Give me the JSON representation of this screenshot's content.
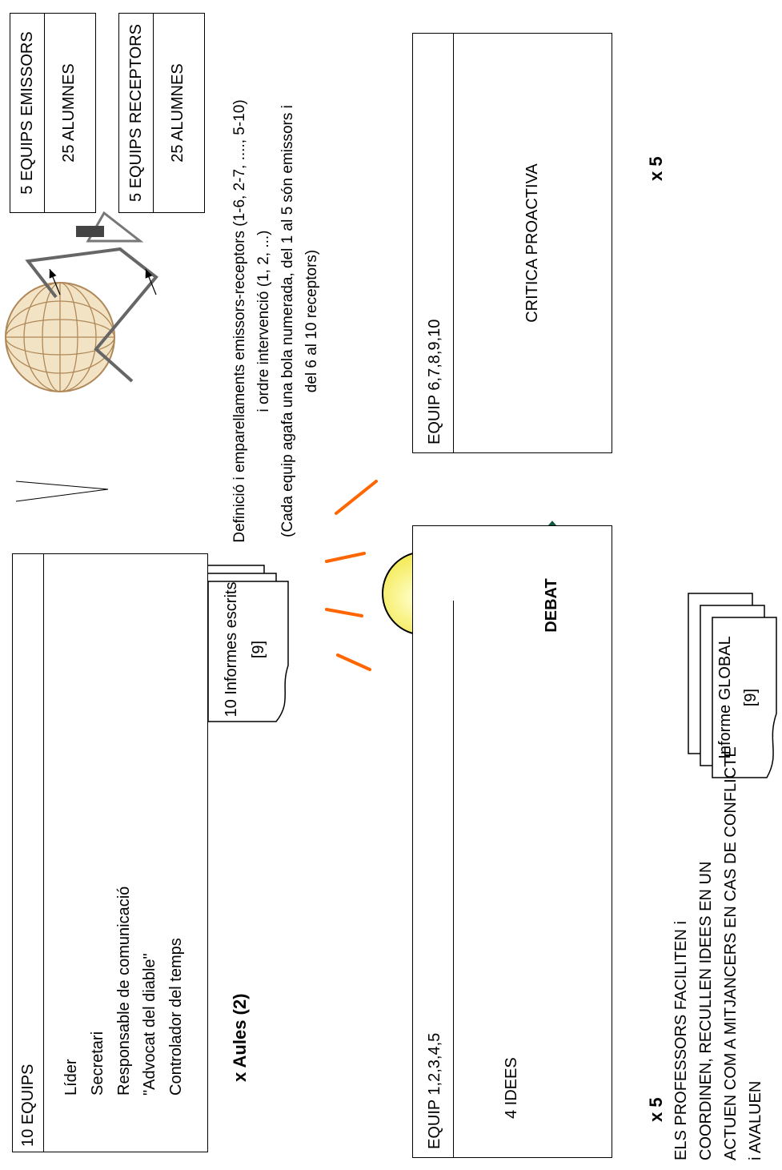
{
  "equips_box": {
    "title": "10 EQUIPS",
    "roles": [
      "Líder",
      "Secretari",
      "Responsable de comunicació",
      "\"Advocat del diable\"",
      "Controlador del temps"
    ]
  },
  "aules_label": "x  Aules (2)",
  "informes_escrits": {
    "line1": "10 Informes escrits",
    "line2": "[9]"
  },
  "emissors_box": {
    "title": "5 EQUIPS EMISSORS",
    "body": "25 ALUMNES"
  },
  "receptors_box": {
    "title": "5 EQUIPS RECEPTORS",
    "body": "25 ALUMNES"
  },
  "definicio": {
    "line1": "Definició i emparellaments emissors-receptors (1-6, 2-7, ...., 5-10)",
    "line2": "i ordre intervenció (1, 2, ...)",
    "line3": "(Cada equip agafa una bola numerada, del 1  al 5 són emissors i",
    "line4": "del 6 al 10 receptors)"
  },
  "equip_ideas_box": {
    "title": "EQUIP 1,2,3,4,5",
    "body": "4 IDEES"
  },
  "equip_critica_box": {
    "title": "EQUIP 6,7,8,9,10",
    "body": "CRITICA PROACTIVA"
  },
  "debat_label": "DEBAT",
  "times_label_left": "x 5",
  "times_label_right": "x 5",
  "professors_text": {
    "line1": "ELS PROFESSORS FACILITEN i",
    "line2": "COORDINEN, RECULLEN IDEES EN UN",
    "line3": "ACTUEN COM A MITJANCERS EN CAS DE CONFLICTE",
    "line4": "i AVALUEN"
  },
  "informe_global": {
    "line1": "Informe GLOBAL",
    "line2": "[9]"
  },
  "colors": {
    "debat_arrow": "#1f7a5a",
    "bulb": "#ffff66",
    "rays": "#ff6600"
  },
  "icons": [
    "bingo-cage-icon",
    "light-bulb-icon"
  ]
}
